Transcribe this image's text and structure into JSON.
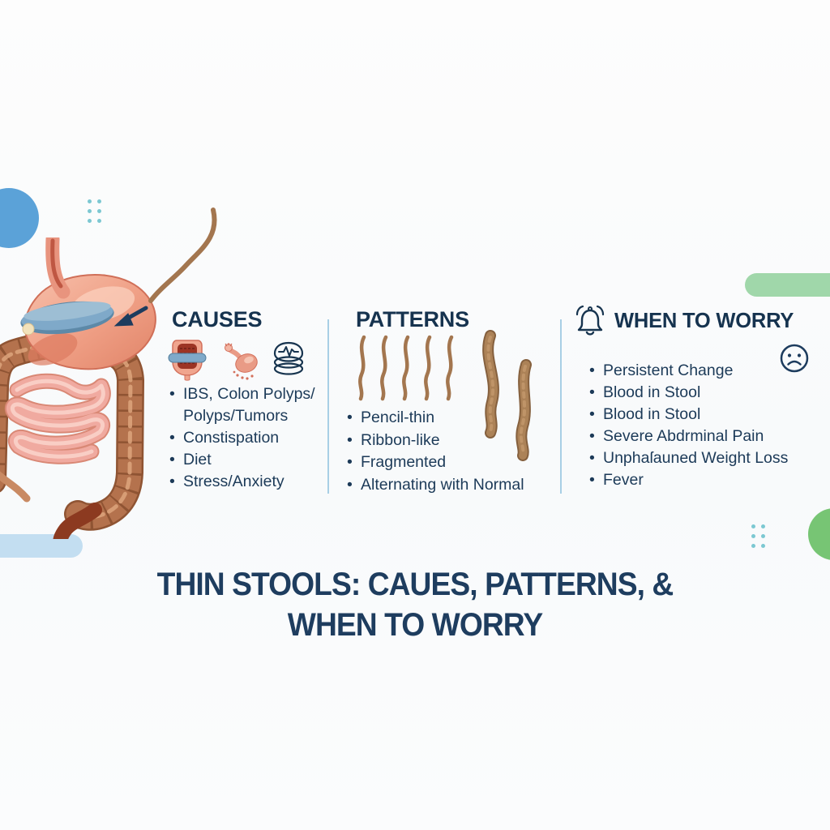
{
  "columns": {
    "causes": {
      "title": "CAUSES",
      "icons": [
        "colon-band-icon",
        "polyp-icon",
        "stress-stack-icon"
      ],
      "items": [
        "IBS, Colon Polyps/\nPolyps/Tumors",
        "Constispation",
        "Diet",
        "Stress/Anxiety"
      ]
    },
    "patterns": {
      "title": "PATTERNS",
      "icons": [
        "thin-squiggle-stools-icon",
        "thick-stools-icon"
      ],
      "items": [
        "Pencil-thin",
        "Ribbon-like",
        "Fragmented",
        "Alternating with Normal"
      ]
    },
    "worry": {
      "title": "WHEN TO WORRY",
      "icons": [
        "bell-icon",
        "sad-face-icon"
      ],
      "items": [
        "Persistent Change",
        "Blood in Stool",
        "Blood in Stool",
        "Severe Abdrminal Pain",
        "Unphaſauned Weight Loss",
        "Fever"
      ]
    }
  },
  "footer_title": {
    "line1": "THIN STOOLS: CAUES, PATTERNS, &",
    "line2": "WHEN TO WORRY"
  },
  "illustration": {
    "subject": "digestive-system-with-band-on-stomach",
    "annotation": "arrow-pointing-to-stomach-band"
  },
  "palette": {
    "heading_navy": "#16334f",
    "body_text": "#1c3a58",
    "divider_blue": "#a8cfe5",
    "blue_circle": "#5ba2d8",
    "teal_dots": "#7cc8d2",
    "green_pill": "#a0d7aa",
    "green_circle": "#77c574",
    "light_blue_pill": "#c3def1",
    "stool_brown": "#a3764f",
    "stool_dark": "#85603e",
    "colon_brown": "#b4724d",
    "stomach_pink": "#ef9e84",
    "band_blue": "#7fa9c9"
  }
}
